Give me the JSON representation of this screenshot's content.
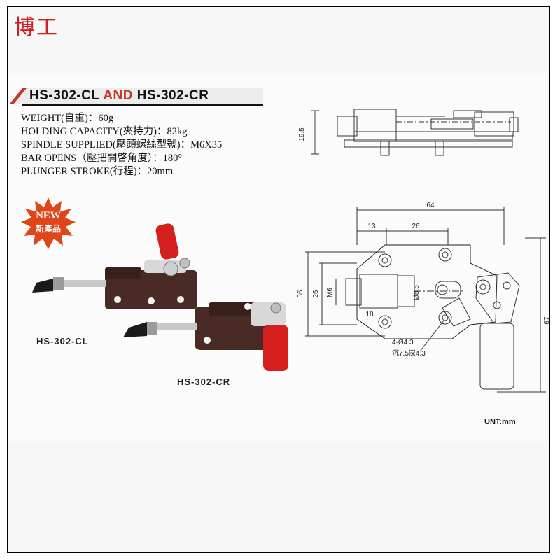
{
  "brand": "博工",
  "title": {
    "part1": "HS-302-CL ",
    "and": "AND",
    "part2": " HS-302-CR"
  },
  "specs": [
    "WEIGHT(自重)：60g",
    "HOLDING CAPACITY(夾持力)：82kg",
    "SPINDLE SUPPLIED(壓頭螺絲型號)：M6X35",
    "BAR OPENS（壓把開啓角度）：180°",
    "PLUNGER STROKE(行程)：20mm"
  ],
  "badge": {
    "line1": "NEW",
    "line2": "新產品"
  },
  "models": {
    "left": "HS-302-CL",
    "right": "HS-302-CR"
  },
  "drawing": {
    "dim_top_height": "19.5",
    "dim_width": "64",
    "dim_13": "13",
    "dim_26_top": "26",
    "dim_36": "36",
    "dim_26_side": "26",
    "dim_m6": "M6",
    "dim_phi85": "Ø8.5",
    "dim_18": "18",
    "dim_67": "67",
    "hole_note_1": "4-Ø4.3",
    "hole_note_2": "沉7.5深4.3"
  },
  "unit": "UNT:mm",
  "colors": {
    "brand": "#d01e1e",
    "handle": "#d62020",
    "body": "#4a2a24",
    "badge": "#e0451a"
  }
}
